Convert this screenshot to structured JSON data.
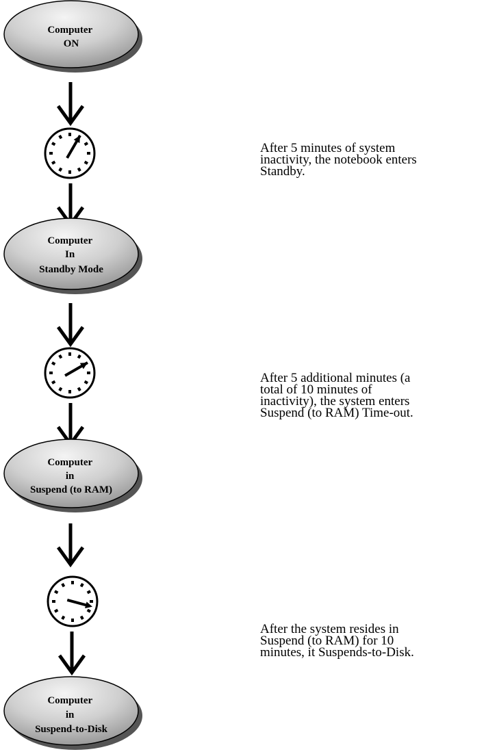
{
  "states": [
    {
      "id": "on",
      "lines": [
        "Computer",
        "ON"
      ]
    },
    {
      "id": "standby",
      "lines": [
        "Computer",
        "In",
        "Standby Mode"
      ]
    },
    {
      "id": "suspend-ram",
      "lines": [
        "Computer",
        "in",
        "Suspend (to RAM)"
      ]
    },
    {
      "id": "suspend-disk",
      "lines": [
        "Computer",
        "in",
        "Suspend-to-Disk"
      ]
    }
  ],
  "transitions": [
    {
      "description_lines": [
        "After 5 minutes of system",
        "inactivity, the notebook enters",
        "Standby."
      ]
    },
    {
      "description_lines": [
        "After 5 additional minutes (a",
        "total of 10 minutes of",
        "inactivity), the system enters",
        "Suspend (to RAM) Time-out."
      ]
    },
    {
      "description_lines": [
        "After the system resides in",
        "Suspend (to RAM) for 10",
        "minutes, it Suspends-to-Disk."
      ]
    }
  ],
  "colors": {
    "node_fill_light": "#f4f4f4",
    "node_fill_dark": "#9a9a9a",
    "shadow": "#555555",
    "stroke": "#000000"
  }
}
